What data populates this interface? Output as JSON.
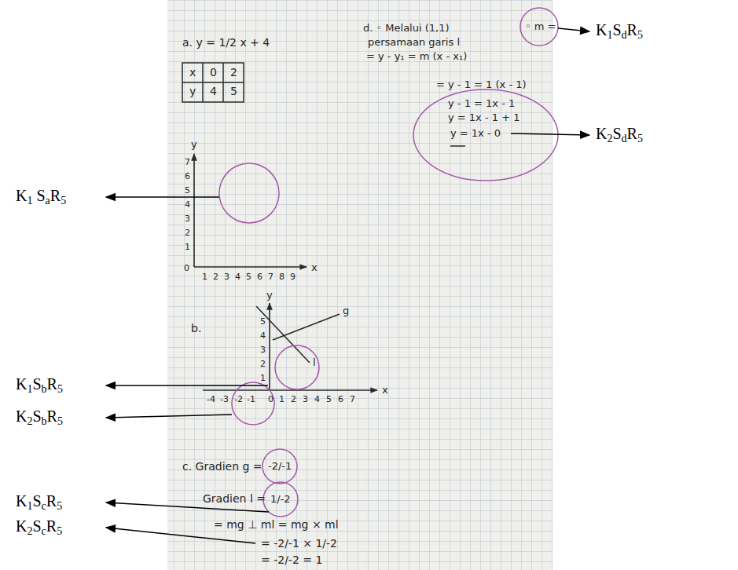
{
  "diagram": {
    "labels": [
      "a. y = 1/2 x + 4",
      "x",
      "0",
      "2",
      "y",
      "4",
      "5",
      "y",
      "7",
      "6",
      "5",
      "4",
      "3",
      "2",
      "1",
      "0",
      "1",
      "2",
      "3",
      "4",
      "5",
      "6",
      "7",
      "8",
      "9",
      "x",
      "K1 SaR5",
      "b.",
      "y",
      "5",
      "4",
      "3",
      "2",
      "1",
      "-4",
      "-3",
      "-2",
      "-1",
      "0",
      "1",
      "2",
      "3",
      "4",
      "5",
      "6",
      "7",
      "x",
      "g",
      "l",
      "K1SbR5",
      "K2SbR5",
      "c. Gradien g =",
      "-2/-1",
      "Gradien l =",
      "1/-2",
      "= mg ⊥ ml = mg × ml",
      "= -2/-1 × 1/-2",
      "= -2/-2 = 1",
      "K1ScR5",
      "K2ScR5",
      "d. ◦ Melalui (1,1)",
      "◦ m =",
      "persamaan garis l",
      "= y - y₁ = m (x - x₁)",
      "= y - 1 = 1 (x - 1)",
      "y - 1 = 1x - 1",
      "y = 1x - 1 + 1",
      "y = 1x - 0",
      "K1SdR5",
      "K2SdR5"
    ]
  }
}
